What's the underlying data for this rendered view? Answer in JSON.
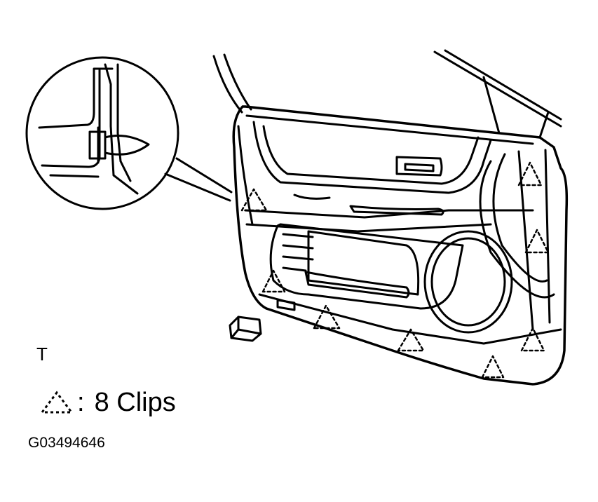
{
  "diagram": {
    "view_label": "T",
    "legend": {
      "symbol": "clip-triangle-icon",
      "colon": ":",
      "text": "8 Clips"
    },
    "figure_id": "G03494646"
  }
}
